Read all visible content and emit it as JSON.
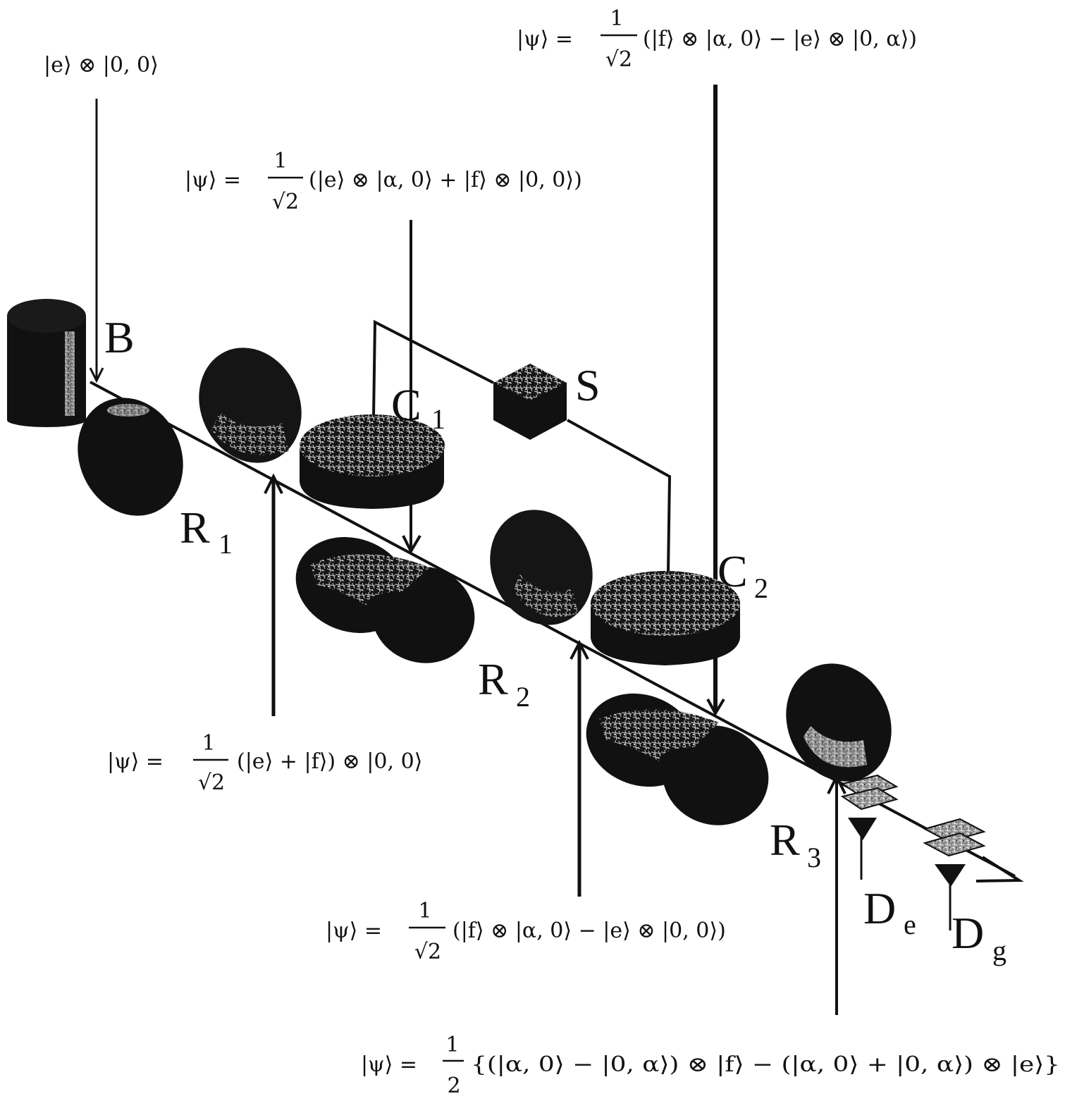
{
  "diagram": {
    "labels": {
      "B": "B",
      "S": "S",
      "C1_main": "C",
      "C1_sub": "1",
      "C2_main": "C",
      "C2_sub": "2",
      "R1_main": "R",
      "R1_sub": "1",
      "R2_main": "R",
      "R2_sub": "2",
      "R3_main": "R",
      "R3_sub": "3",
      "De_main": "D",
      "De_sub": "e",
      "Dg_main": "D",
      "Dg_sub": "g"
    },
    "states": {
      "initial": "|e⟩ ⊗ |0, 0⟩",
      "after_r1": {
        "lhs": "|ψ⟩ =",
        "numerator": "1",
        "denominator": "√2",
        "rhs": "(|e⟩ + |f⟩) ⊗ |0, 0⟩"
      },
      "after_c1": {
        "lhs": "|ψ⟩ =",
        "numerator": "1",
        "denominator": "√2",
        "rhs": "(|e⟩ ⊗ |α, 0⟩ + |f⟩ ⊗ |0, 0⟩)"
      },
      "after_r2": {
        "lhs": "|ψ⟩ =",
        "numerator": "1",
        "denominator": "√2",
        "rhs": "(|f⟩ ⊗ |α, 0⟩ − |e⟩ ⊗ |0, 0⟩)"
      },
      "after_c2": {
        "lhs": "|ψ⟩ =",
        "numerator": "1",
        "denominator": "√2",
        "rhs": "(|f⟩ ⊗ |α, 0⟩ − |e⟩ ⊗ |0, α⟩)"
      },
      "after_r3": {
        "lhs": "|ψ⟩ =",
        "numerator": "1",
        "denominator": "2",
        "rhs": "{(|α, 0⟩ − |0, α⟩) ⊗ |f⟩ − (|α, 0⟩ + |0, α⟩) ⊗ |e⟩}"
      }
    }
  }
}
